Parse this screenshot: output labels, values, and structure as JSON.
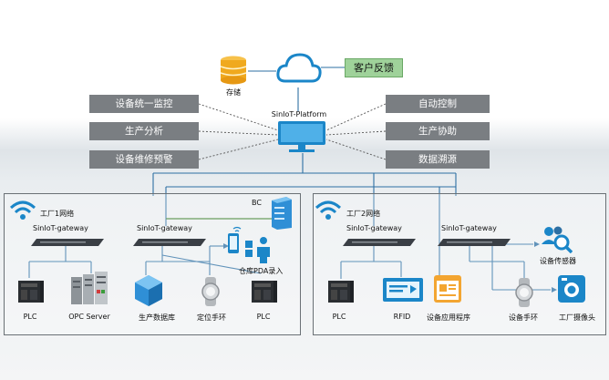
{
  "cloud": {
    "storage_label": "存储",
    "feedback_label": "客户反馈",
    "platform_label": "SinIoT-Platform"
  },
  "functions": {
    "left": [
      "设备统一监控",
      "生产分析",
      "设备维修预警"
    ],
    "right": [
      "自动控制",
      "生产协助",
      "数据溯源"
    ]
  },
  "factory1": {
    "network_label": "工厂1网络",
    "gateway_a": "SinIoT-gateway",
    "gateway_b": "SinIoT-gateway",
    "bc_label": "BC",
    "pda_label": "仓库PDA录入",
    "devices": [
      "PLC",
      "OPC Server",
      "生产数据库",
      "定位手环",
      "PLC"
    ]
  },
  "factory2": {
    "network_label": "工厂2网络",
    "gateway_a": "SinIoT-gateway",
    "gateway_b": "SinIoT-gateway",
    "sensor_label": "设备传感器",
    "devices": [
      "PLC",
      "RFID",
      "设备应用程序",
      "设备手环",
      "工厂摄像头"
    ]
  },
  "colors": {
    "wire": "#2d6fa3",
    "box": "#7a7e82",
    "feedback": "#9fd29a",
    "accent": "#1b86c8",
    "green_link": "#3a7d2a"
  }
}
